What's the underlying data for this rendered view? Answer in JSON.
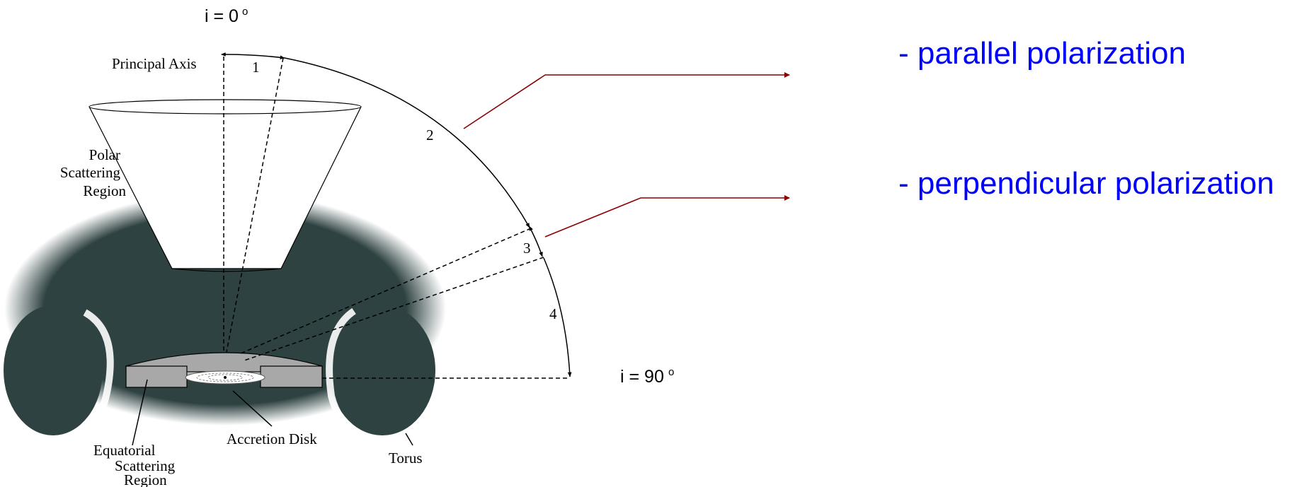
{
  "labels": {
    "i_top": "i = 0",
    "i_top_deg": "o",
    "i_bottom": "i = 90",
    "i_bottom_deg": "o",
    "principal_axis": "Principal Axis",
    "polar_line1": "Polar",
    "polar_line2": "Scattering",
    "polar_line3": "Region",
    "equatorial_line1": "Equatorial",
    "equatorial_line2": "Scattering",
    "equatorial_line3": "Region",
    "accretion_disk": "Accretion Disk",
    "torus": "Torus",
    "zone1": "1",
    "zone2": "2",
    "zone3": "3",
    "zone4": "4"
  },
  "legend": {
    "parallel": "- parallel polarization",
    "perpendicular": "- perpendicular polarization"
  },
  "colors": {
    "torus": "#2f4242",
    "arrow": "#8b0000",
    "legend_text": "#0000ff",
    "scatter_region": "#a8a8a8"
  }
}
